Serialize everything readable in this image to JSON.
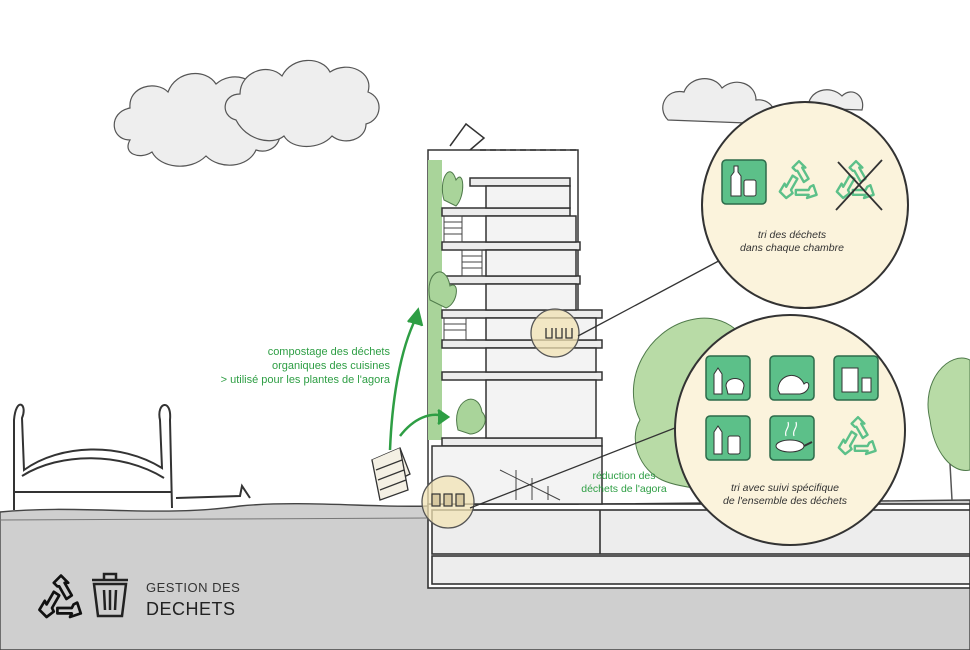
{
  "colors": {
    "accent_green": "#2e9e44",
    "icon_tile": "#5cc089",
    "bubble_fill": "#fbf3dc",
    "ground": "#c8c8c8",
    "foliage": "#a9d49a"
  },
  "annotations": {
    "compost": {
      "line1": "compostage des déchets",
      "line2": "organiques des cuisines",
      "line3": "> utilisé pour les plantes de l'agora"
    },
    "agora_reduction": {
      "line1": "réduction des",
      "line2": "déchets de l'agora"
    }
  },
  "bubble_room": {
    "icons": [
      "bottles-jar-icon",
      "recycling-icon",
      "crossed-recycling-icon"
    ],
    "caption_line1": "tri des déchets",
    "caption_line2": "dans chaque chambre"
  },
  "bubble_global": {
    "icons": [
      "bottles-jar-icon",
      "food-scraps-icon",
      "can-jar-icon",
      "bottle-jar-icon",
      "cooking-pan-icon",
      "recycling-icon"
    ],
    "caption_line1": "tri avec suivi spécifique",
    "caption_line2": "de l'ensemble des déchets"
  },
  "legend": {
    "icons": [
      "recycling-icon",
      "trash-bin-icon"
    ],
    "title_line1": "GESTION DES",
    "title_line2": "DECHETS"
  }
}
